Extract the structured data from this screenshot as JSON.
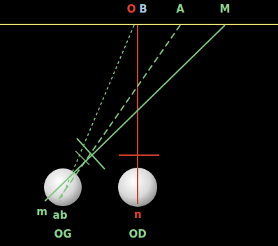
{
  "diagram": {
    "labels": [
      "O",
      "B",
      "A",
      "M",
      "m",
      "ab",
      "n",
      "OG",
      "OD"
    ]
  }
}
